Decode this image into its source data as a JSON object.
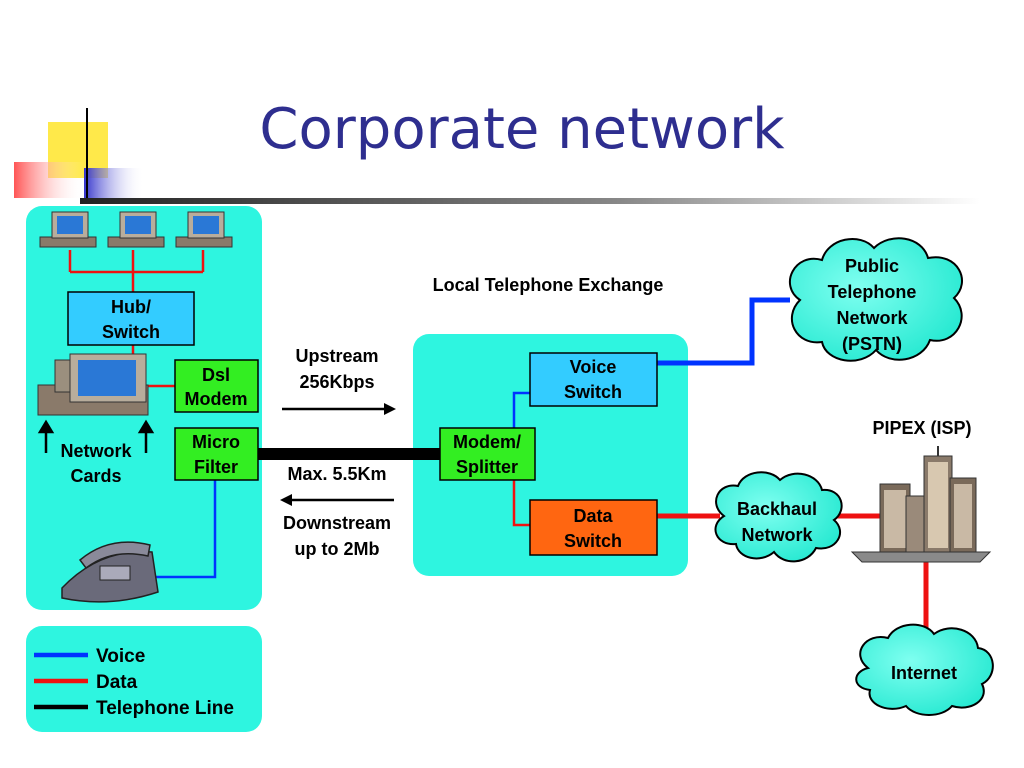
{
  "slide": {
    "title": "Corporate network"
  },
  "diagram": {
    "exchange_label": "Local Telephone Exchange",
    "isp_label": "PIPEX (ISP)",
    "nodes": {
      "hub": [
        "Hub/",
        "Switch"
      ],
      "dsl_modem": [
        "Dsl",
        "Modem"
      ],
      "micro_filter": [
        "Micro",
        "Filter"
      ],
      "modem_splitter": [
        "Modem/",
        "Splitter"
      ],
      "voice_switch": [
        "Voice",
        "Switch"
      ],
      "data_switch": [
        "Data",
        "Switch"
      ],
      "pstn": [
        "Public",
        "Telephone",
        "Network",
        "(PSTN)"
      ],
      "backhaul": [
        "Backhaul",
        "Network"
      ],
      "internet": [
        "Internet"
      ]
    },
    "network_cards": [
      "Network",
      "Cards"
    ],
    "upstream": [
      "Upstream",
      "256Kbps"
    ],
    "distance": "Max. 5.5Km",
    "downstream": [
      "Downstream",
      "up to 2Mb"
    ]
  },
  "legend": {
    "items": [
      {
        "label": "Voice",
        "color": "#0033ff"
      },
      {
        "label": "Data",
        "color": "#ee1111"
      },
      {
        "label": "Telephone Line",
        "color": "#000000"
      }
    ]
  },
  "colors": {
    "panel": "#2ef5e0",
    "node_blue": "#33ccff",
    "node_green": "#33ee22",
    "node_orange": "#ff6611",
    "voice": "#0033ff",
    "data": "#ee1111",
    "title": "#2e2e8f"
  }
}
